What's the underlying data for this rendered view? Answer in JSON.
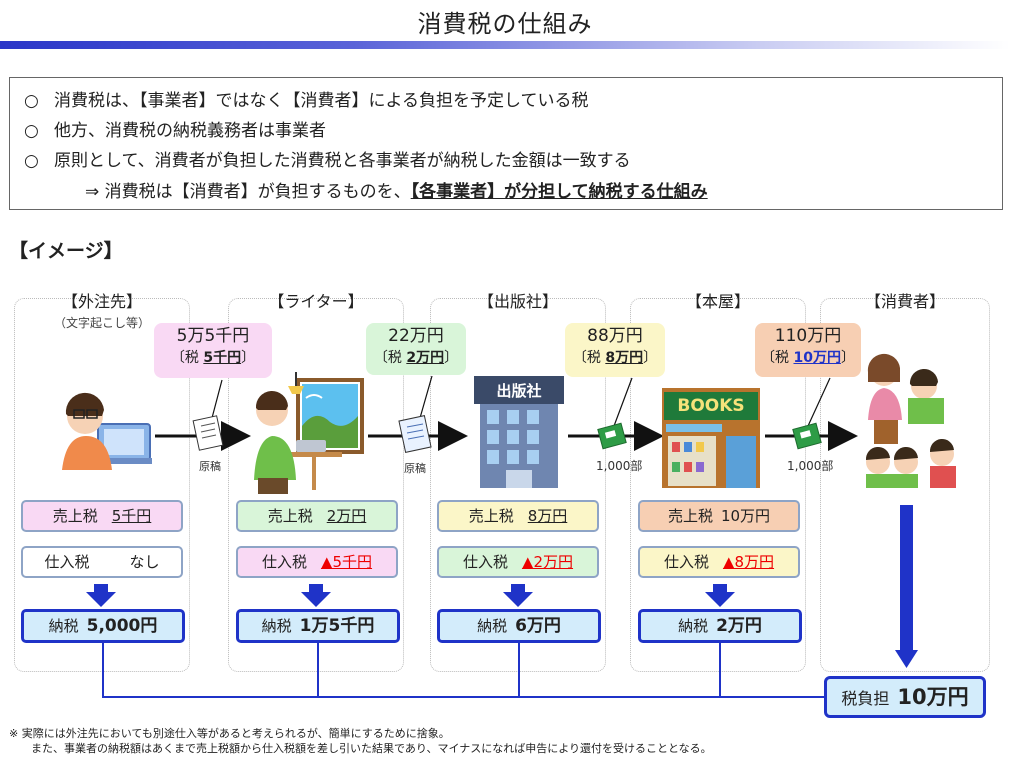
{
  "title": "消費税の仕組み",
  "summary": {
    "bullet": "○",
    "lines": [
      "消費税は、【事業者】ではなく【消費者】による負担を予定している税",
      "他方、消費税の納税義務者は事業者",
      "原則として、消費者が負担した消費税と各事業者が納税した金額は一致する"
    ],
    "conclusion_prefix": "⇒ 消費税は【消費者】が負担するものを、",
    "conclusion_bold": "【各事業者】が分担して納税する仕組み"
  },
  "image_heading": "【イメージ】",
  "columns": [
    {
      "name": "【外注先】",
      "note": "（文字起こし等）",
      "sales_label": "売上税",
      "sales_value": "5千円",
      "purchase_label": "仕入税",
      "purchase_value": "なし",
      "pay_label": "納税",
      "pay_value": "5,000円"
    },
    {
      "name": "【ライター】",
      "sales_label": "売上税",
      "sales_value": "2万円",
      "purchase_label": "仕入税",
      "purchase_value": "▲5千円",
      "pay_label": "納税",
      "pay_value": "1万5千円"
    },
    {
      "name": "【出版社】",
      "sales_label": "売上税",
      "sales_value": "8万円",
      "purchase_label": "仕入税",
      "purchase_value": "▲2万円",
      "pay_label": "納税",
      "pay_value": "6万円"
    },
    {
      "name": "【本屋】",
      "sales_label": "売上税",
      "sales_value": "10万円",
      "purchase_label": "仕入税",
      "purchase_value": "▲8万円",
      "pay_label": "納税",
      "pay_value": "2万円"
    },
    {
      "name": "【消費者】"
    }
  ],
  "prices": [
    {
      "price": "5万5千円",
      "tax_prefix": "〔税",
      "tax": "5千円",
      "tax_suffix": "〕",
      "color": "#f9d9f4"
    },
    {
      "price": "22万円",
      "tax_prefix": "〔税",
      "tax": "2万円",
      "tax_suffix": "〕",
      "color": "#d9f5d9"
    },
    {
      "price": "88万円",
      "tax_prefix": "〔税",
      "tax": "8万円",
      "tax_suffix": "〕",
      "color": "#fbf6c8"
    },
    {
      "price": "110万円",
      "tax_prefix": "〔税",
      "tax": "10万円",
      "tax_suffix": "〕",
      "color": "#f7cfb3"
    }
  ],
  "flow_items": {
    "manuscript": "原稿",
    "quantity": "1,000部"
  },
  "building_signs": {
    "publisher": "出版社",
    "bookstore": "BOOKS"
  },
  "total": {
    "label": "税負担",
    "value": "10万円"
  },
  "note": {
    "line1": "※ 実際には外注先においても別途仕入等があると考えられるが、簡単にするために捨象。",
    "line2": "また、事業者の納税額はあくまで売上税額から仕入税額を差し引いた結果であり、マイナスになれば申告により還付を受けることとなる。"
  },
  "colors": {
    "accent_blue": "#1f33c8",
    "pay_fill": "#d3ecfb",
    "red": "#e00000",
    "sales_fills": [
      "#f9d9f4",
      "#d9f5d9",
      "#fbf6c8",
      "#f7cfb3"
    ],
    "purchase_fills": [
      "#ffffff",
      "#f9d9f4",
      "#d9f5d9",
      "#fbf6c8"
    ]
  }
}
